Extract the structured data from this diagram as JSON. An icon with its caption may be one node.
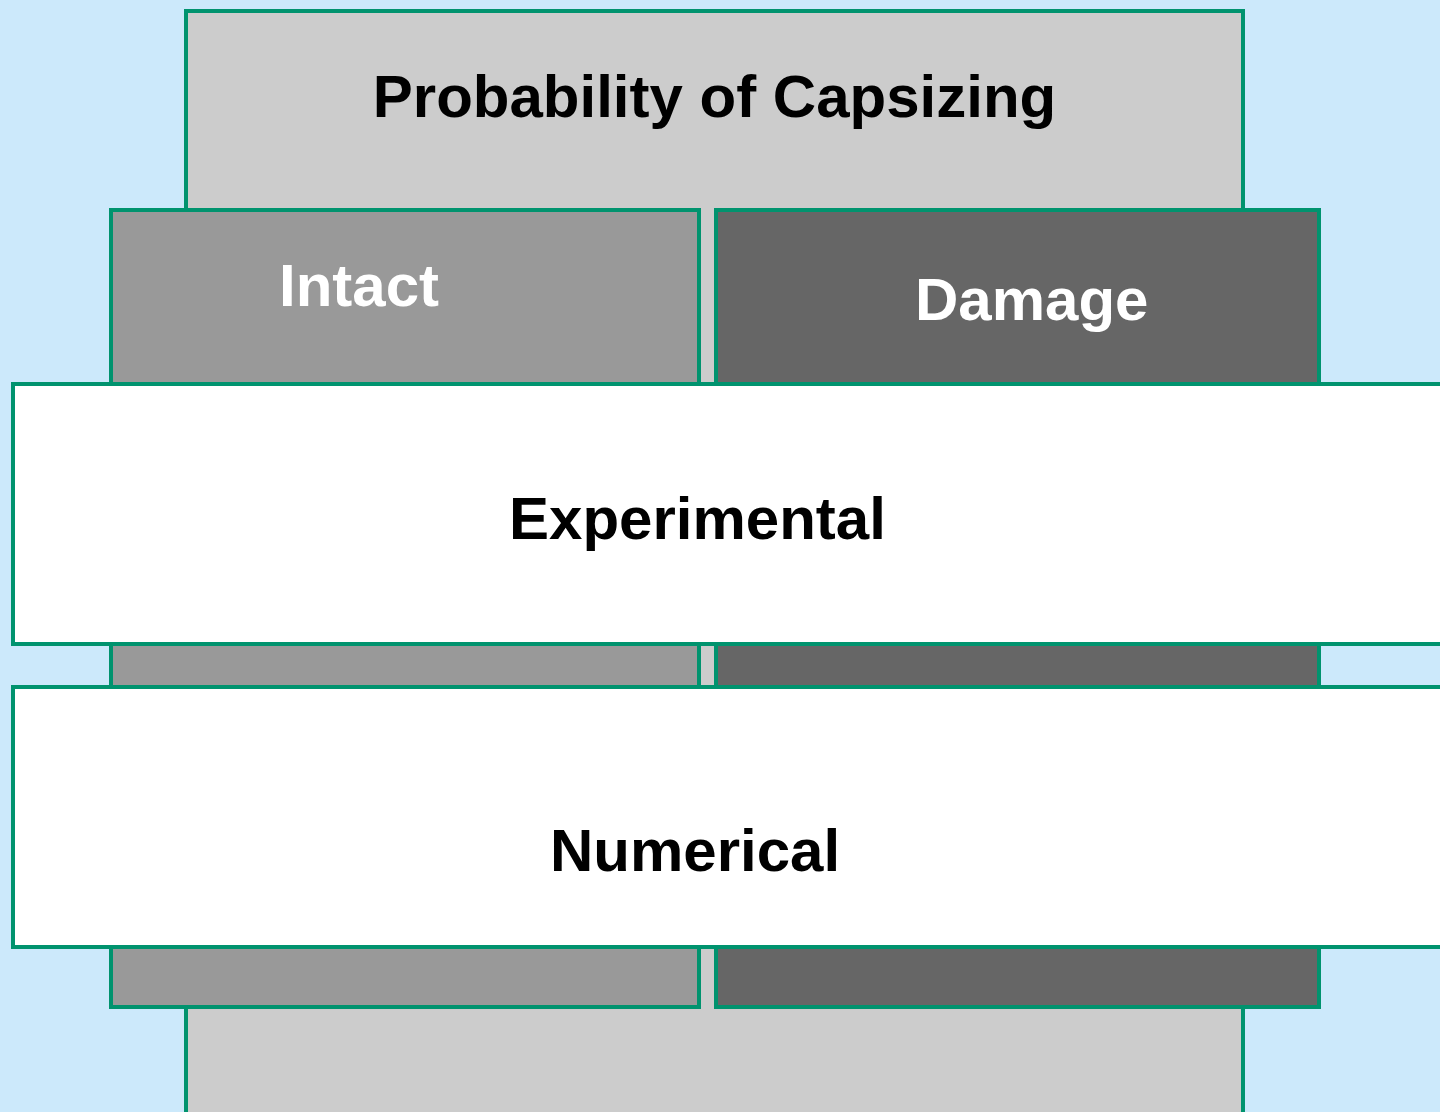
{
  "diagram": {
    "nodes": [
      {
        "text": [
          "Probability of Capsizing"
        ]
      },
      {
        "text": [
          "Intact"
        ]
      },
      {
        "text": [
          "Damage"
        ]
      },
      {
        "text": [
          "Experimental"
        ]
      },
      {
        "text": [
          "Numerical"
        ]
      }
    ]
  }
}
